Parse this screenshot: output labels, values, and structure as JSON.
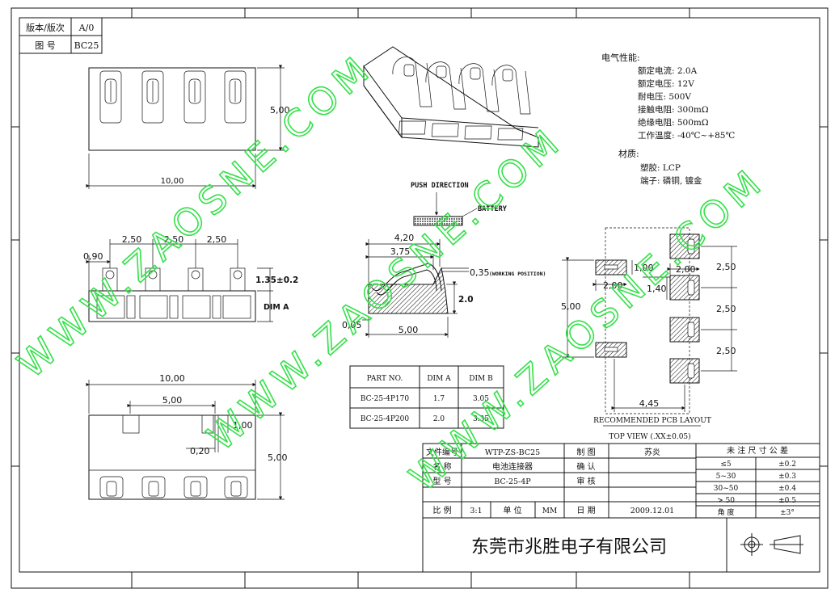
{
  "titleblock_small": {
    "rev_label": "版本/版次",
    "rev_value": "A/0",
    "dwg_label": "图 号",
    "dwg_value": "BC25"
  },
  "specs": {
    "electrical_title": "电气性能:",
    "electrical": [
      "额定电流: 2.0A",
      "额定电压: 12V",
      "耐电压: 500V",
      "接触电阻: 300mΩ",
      "绝缘电阻: 500mΩ",
      "工作温度: -40℃~+85℃"
    ],
    "material_title": "材质:",
    "material": [
      "塑胶: LCP",
      "端子: 磷铜, 镀金"
    ]
  },
  "dims": {
    "top_height": "5,00",
    "top_width": "10,00",
    "pitch1": "2,50",
    "pitch2": "2,50",
    "pitch3": "2,50",
    "offset": "0,90",
    "pin_height": "1.35±0.2",
    "dim_a": "DIM A",
    "bottom_width": "10,00",
    "bottom_half": "5,00",
    "bottom_small": "1,00",
    "bottom_gap": "0,20",
    "bottom_height": "5,00",
    "side_420": "4,20",
    "side_375": "3,75",
    "side_035": "0,35",
    "working_position": "(WORKING POSITION)",
    "side_20": "2.0",
    "side_005": "0,05",
    "side_500": "5,00"
  },
  "push": {
    "direction": "PUSH DIRECTION",
    "battery": "BATTERY"
  },
  "part_table": {
    "headers": [
      "PART NO.",
      "DIM A",
      "DIM B"
    ],
    "rows": [
      [
        "BC-25-4P170",
        "1.7",
        "3.05"
      ],
      [
        "BC-25-4P200",
        "2.0",
        "3.35"
      ]
    ]
  },
  "pcb": {
    "d100": "1,00",
    "d200a": "2,00",
    "d200b": "2,00",
    "d140": "1,40",
    "d500": "5,00",
    "d250a": "2,50",
    "d250b": "2,50",
    "d250c": "2,50",
    "d445": "4,45",
    "caption1": "RECOMMENDED PCB LAYOUT",
    "caption2": "TOP VIEW (.XX±0.05)"
  },
  "titleblock": {
    "doc_no_label": "文件编号",
    "doc_no": "WTP-ZS-BC25",
    "drawn_label": "制 图",
    "drawn": "苏炎",
    "name_label": "名 称",
    "name": "电池连接器",
    "confirm_label": "确 认",
    "confirm": "",
    "model_label": "型 号",
    "model": "BC-25-4P",
    "review_label": "审 核",
    "review": "",
    "scale_label": "比 例",
    "scale": "3:1",
    "unit_label": "单 位",
    "unit": "MM",
    "date_label": "日 期",
    "date": "2009.12.01",
    "company": "东莞市兆胜电子有限公司"
  },
  "tolerance": {
    "title": "未 注 尺 寸 公 差",
    "rows": [
      [
        "≤5",
        "±0.2"
      ],
      [
        "5~30",
        "±0.3"
      ],
      [
        "30~50",
        "±0.4"
      ],
      [
        "> 50",
        "±0.5"
      ],
      [
        "角 度",
        "±3°"
      ]
    ]
  },
  "watermarks": [
    "WWW.ZAOSNE.COM",
    "WWW.ZAOSNE.COM",
    "WWW.ZAOSNE.COM"
  ]
}
